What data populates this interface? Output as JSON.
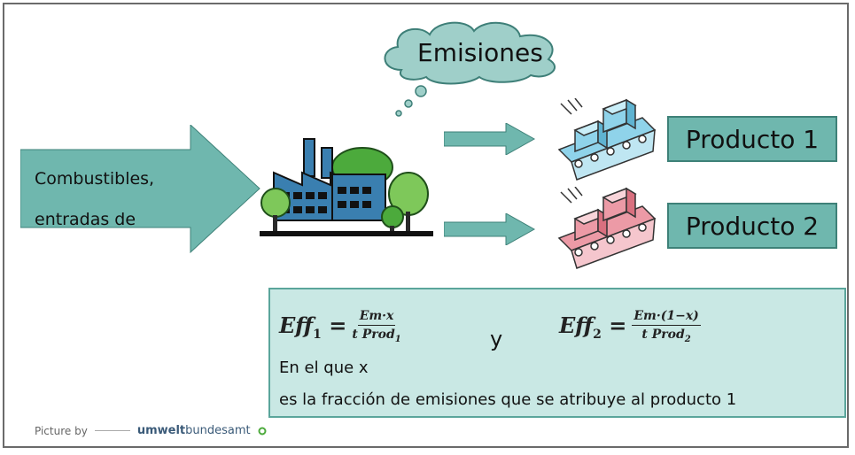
{
  "cloud": {
    "label": "Emisiones"
  },
  "input": {
    "line1": "Combustibles,",
    "line2": "entradas de"
  },
  "products": [
    {
      "label": "Producto 1",
      "color": "#8fd3ea"
    },
    {
      "label": "Producto 2",
      "color": "#ec9aa6"
    }
  ],
  "formulas": {
    "eff1": {
      "lhs": "Eff",
      "sub": "1",
      "numerator": "Em·x",
      "denominator": "t Prod",
      "den_sub": "1"
    },
    "eff2": {
      "lhs": "Eff",
      "sub": "2",
      "numerator": "Em·(1−x)",
      "denominator": "t Prod",
      "den_sub": "2"
    },
    "connector": "y"
  },
  "explanation": {
    "line1": "En el que x",
    "line2": "es la fracción de emisiones que se atribuye al producto 1"
  },
  "credit": {
    "prefix": "Picture by",
    "brand": "umwelt",
    "brand_rest": "bundesamt"
  },
  "colors": {
    "teal": "#6fb7ae",
    "teal_dark": "#3e8178",
    "formula_bg": "#c9e8e4",
    "factory_blue": "#3a7fb0",
    "tree_green": "#4caa3c"
  }
}
